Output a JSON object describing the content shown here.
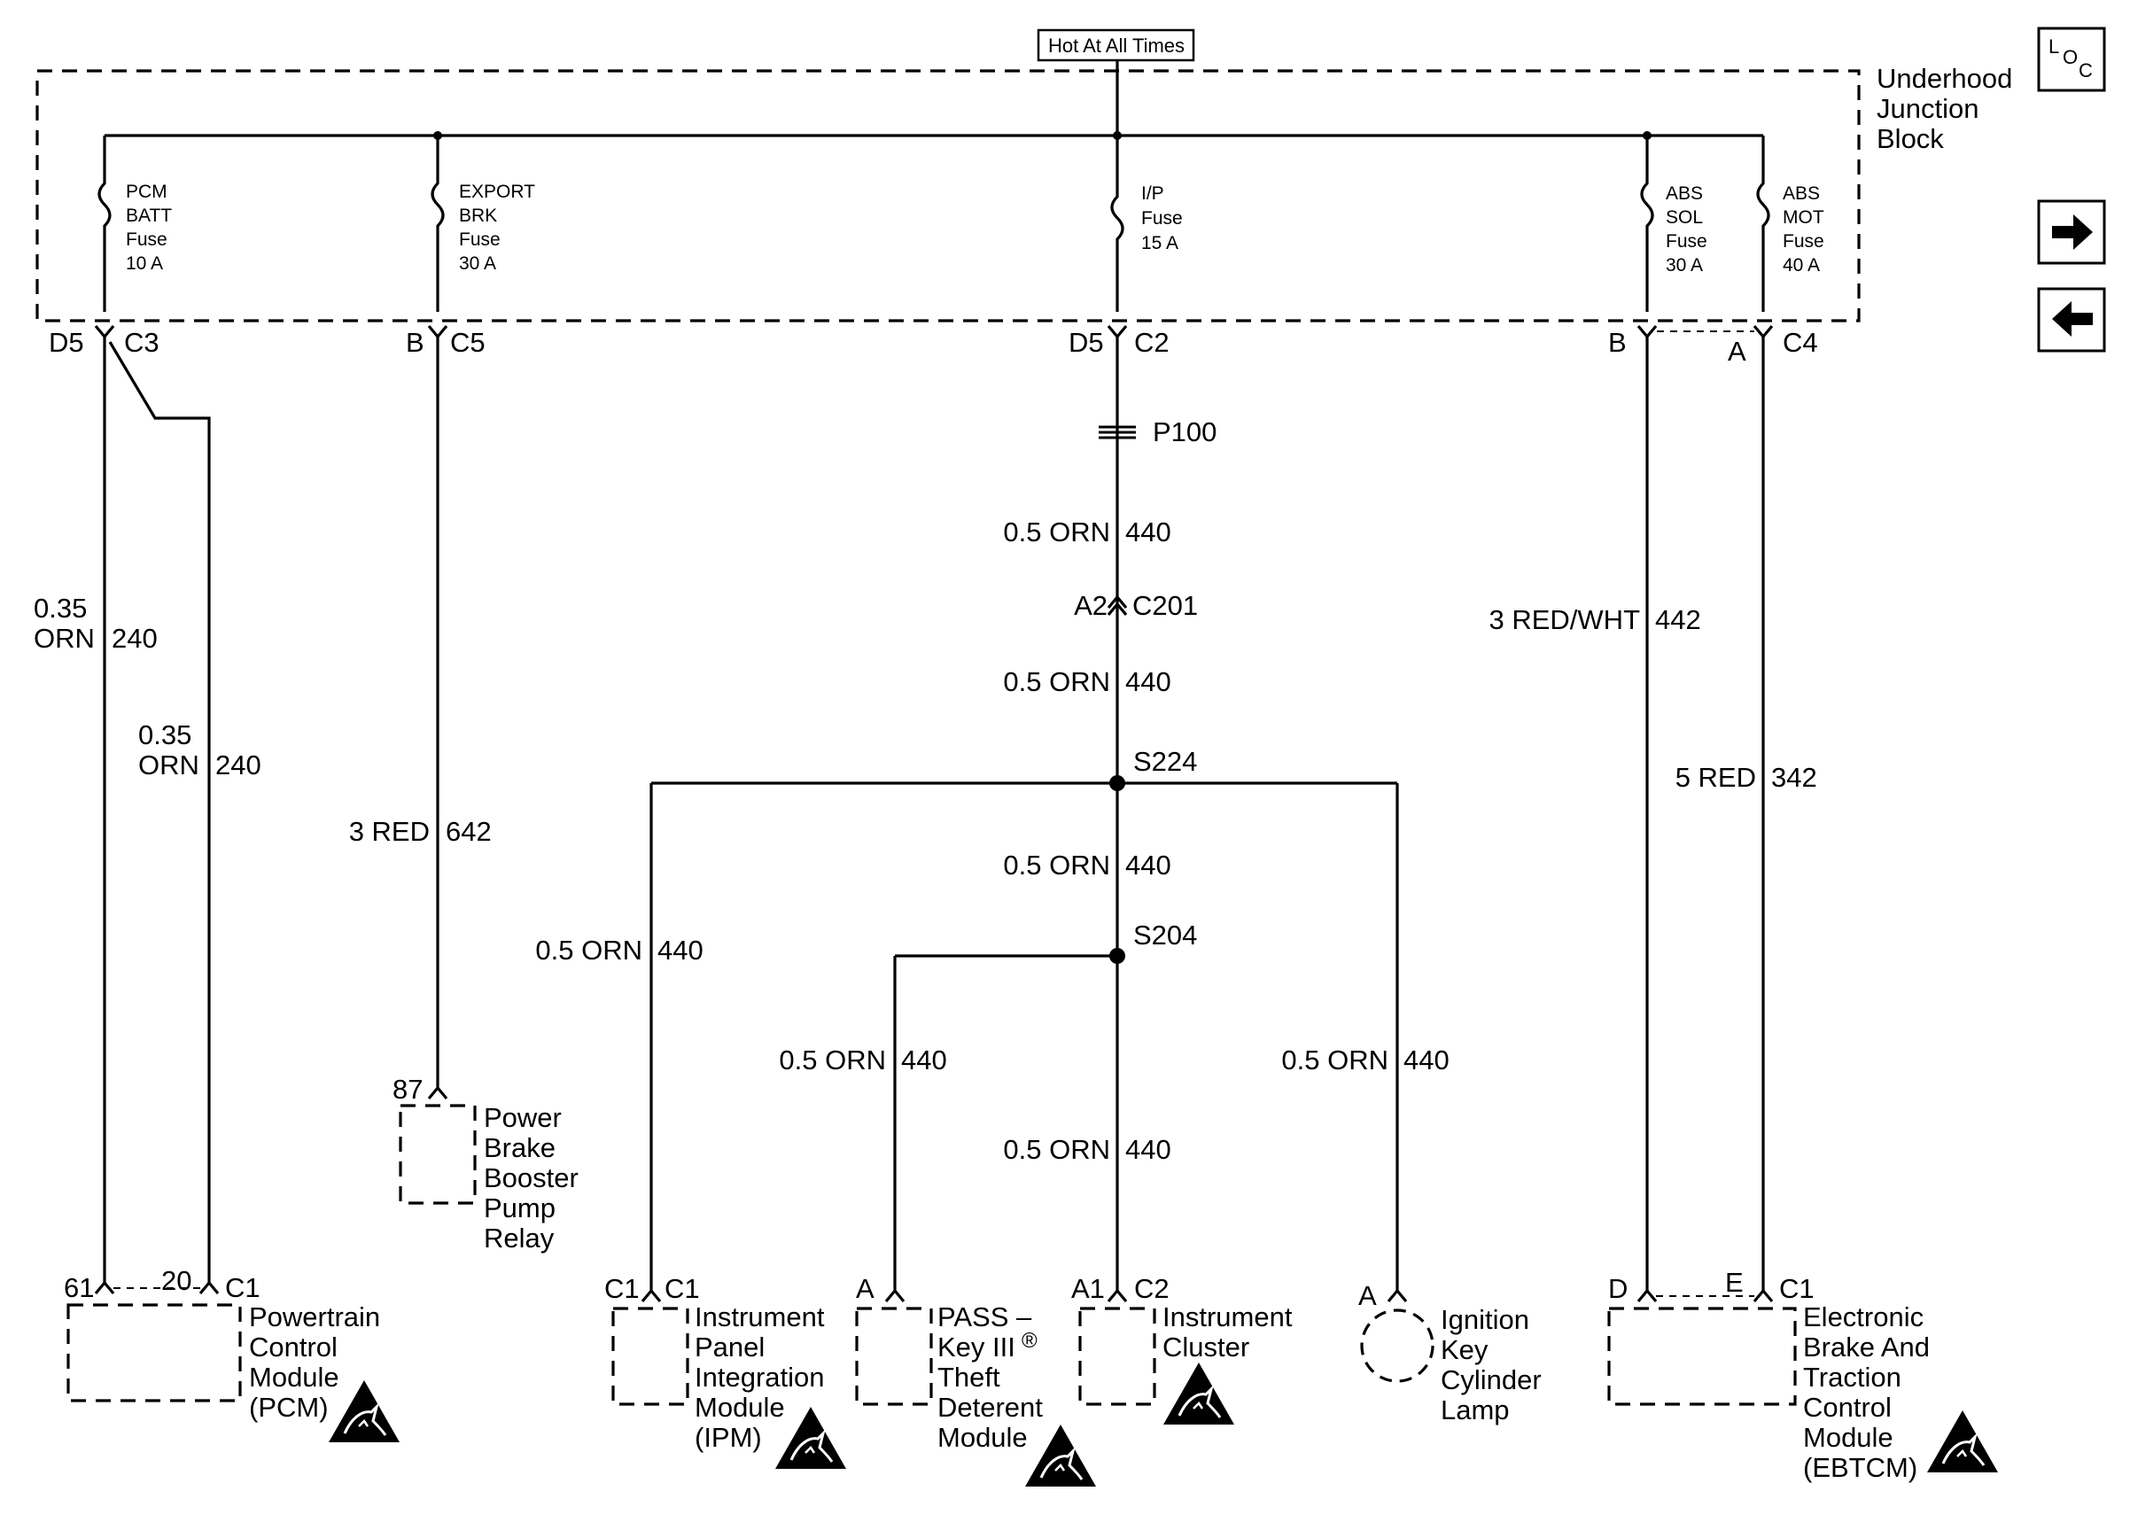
{
  "power_source": "Hot At All Times",
  "junction_block": {
    "line1": "Underhood",
    "line2": "Junction",
    "line3": "Block"
  },
  "loc_icon": {
    "l": "L",
    "o": "O",
    "c": "C"
  },
  "nav": {
    "forward_icon": "arrow-right-icon",
    "back_icon": "arrow-left-icon"
  },
  "fuses": [
    {
      "l1": "PCM",
      "l2": "BATT",
      "l3": "Fuse",
      "l4": "10 A"
    },
    {
      "l1": "EXPORT",
      "l2": "BRK",
      "l3": "Fuse",
      "l4": "30 A"
    },
    {
      "l1": "I/P",
      "l2": "Fuse",
      "l3": "15 A",
      "l4": ""
    },
    {
      "l1": "ABS",
      "l2": "SOL",
      "l3": "Fuse",
      "l4": "30 A"
    },
    {
      "l1": "ABS",
      "l2": "MOT",
      "l3": "Fuse",
      "l4": "40 A"
    }
  ],
  "jb_pins": {
    "d5_c3_pin": "D5",
    "d5_c3_conn": "C3",
    "b_c5_pin": "B",
    "b_c5_conn": "C5",
    "d5_c2_pin": "D5",
    "d5_c2_conn": "C2",
    "b_c4_pin": "B",
    "a_c4_pin": "A",
    "c4_conn": "C4"
  },
  "splices": {
    "p100": "P100",
    "c201_pin": "A2",
    "c201": "C201",
    "s224": "S224",
    "s204": "S204"
  },
  "wires": {
    "pcm1_gauge_a": "0.35",
    "pcm1_gauge_b": "ORN",
    "pcm1_circuit": "240",
    "pcm2_gauge_a": "0.35",
    "pcm2_gauge_b": "ORN",
    "pcm2_circuit": "240",
    "brk_color": "3 RED",
    "brk_circuit": "642",
    "ip1_color": "0.5 ORN",
    "ip1_circuit": "440",
    "ip2_color": "0.5 ORN",
    "ip2_circuit": "440",
    "ip3_color": "0.5 ORN",
    "ip3_circuit": "440",
    "ipm_color": "0.5 ORN",
    "ipm_circuit": "440",
    "pass_color": "0.5 ORN",
    "pass_circuit": "440",
    "cluster_color": "0.5 ORN",
    "cluster_circuit": "440",
    "lamp_color": "0.5 ORN",
    "lamp_circuit": "440",
    "abs_sol_color": "3 RED/WHT",
    "abs_sol_circuit": "442",
    "abs_mot_color": "5 RED",
    "abs_mot_circuit": "342"
  },
  "components": {
    "relay": {
      "pin": "87",
      "l1": "Power",
      "l2": "Brake",
      "l3": "Booster",
      "l4": "Pump",
      "l5": "Relay"
    },
    "pcm": {
      "pin1": "61",
      "pin2": "20",
      "conn": "C1",
      "l1": "Powertrain",
      "l2": "Control",
      "l3": "Module",
      "l4": "(PCM)"
    },
    "ipm": {
      "pin": "C1",
      "conn": "C1",
      "l1": "Instrument",
      "l2": "Panel",
      "l3": "Integration",
      "l4": "Module",
      "l5": "(IPM)"
    },
    "pass": {
      "pin": "A",
      "l1": "PASS –",
      "l2": "Key III",
      "l2sup": "®",
      "l3": "Theft",
      "l4": "Deterent",
      "l5": "Module"
    },
    "cluster": {
      "pin": "A1",
      "conn": "C2",
      "l1": "Instrument",
      "l2": "Cluster"
    },
    "lamp": {
      "pin": "A",
      "l1": "Ignition",
      "l2": "Key",
      "l3": "Cylinder",
      "l4": "Lamp"
    },
    "ebtcm": {
      "pin1": "D",
      "pin2": "E",
      "conn": "C1",
      "l1": "Electronic",
      "l2": "Brake And",
      "l3": "Traction",
      "l4": "Control",
      "l5": "Module",
      "l6": "(EBTCM)"
    }
  },
  "esd_icon": "esd-warning-icon"
}
